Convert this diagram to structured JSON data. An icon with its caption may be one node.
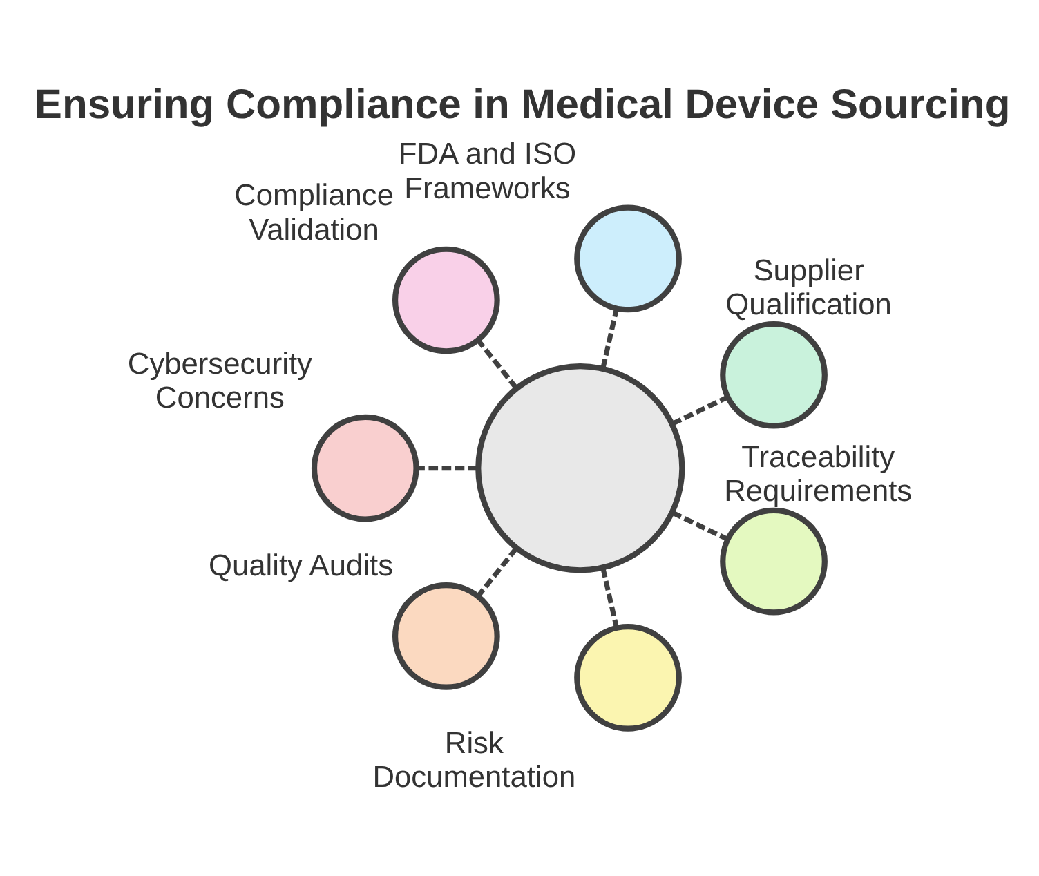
{
  "diagram": {
    "title": "Ensuring Compliance in Medical Device Sourcing",
    "nodes": [
      {
        "text": [],
        "shape": "circle",
        "beside": [
          "Compliance Validation"
        ]
      },
      {
        "text": [],
        "shape": "circle",
        "beside": [
          "FDA and ISO Frameworks"
        ]
      },
      {
        "text": [],
        "shape": "circle",
        "beside": [
          "Cybersecurity Concerns"
        ]
      },
      {
        "text": [],
        "shape": "circle",
        "beside": [
          "Supplier Qualification"
        ]
      },
      {
        "text": [],
        "shape": "circle"
      },
      {
        "text": [],
        "shape": "circle",
        "beside": [
          "Quality Audits"
        ]
      },
      {
        "text": [],
        "shape": "circle",
        "beside": [
          "Traceability Requirements"
        ]
      },
      {
        "text": [],
        "shape": "circle",
        "beside": [
          "Risk Documentation"
        ]
      }
    ],
    "edges": [
      {
        "from": 4,
        "to": 0,
        "arrow": "none",
        "style": "dashed"
      },
      {
        "from": 4,
        "to": 1,
        "arrow": "none",
        "style": "dashed"
      },
      {
        "from": 4,
        "to": 3,
        "arrow": "none",
        "style": "dashed"
      },
      {
        "from": 4,
        "to": 6,
        "arrow": "none",
        "style": "dashed"
      },
      {
        "from": 4,
        "to": 7,
        "arrow": "none",
        "style": "dashed"
      },
      {
        "from": 4,
        "to": 5,
        "arrow": "none",
        "style": "dashed"
      },
      {
        "from": 4,
        "to": 2,
        "arrow": "none",
        "style": "dashed"
      }
    ]
  }
}
